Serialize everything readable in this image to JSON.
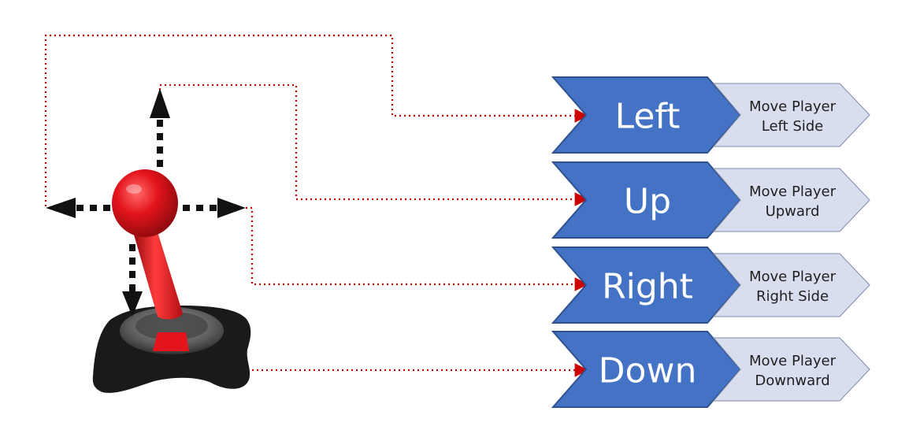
{
  "colors": {
    "chevron_fill": "#4472c4",
    "chevron_edge": "#2f528f",
    "description_fill": "#d9deef",
    "description_edge": "#7f8aa8",
    "connector_line": "#cc0000",
    "joystick_knob": "#e3141b",
    "joystick_base": "#1a1a1a",
    "arrow": "#111111"
  },
  "joystick": {
    "icon": "joystick-icon",
    "directions": [
      "up",
      "left",
      "right",
      "down"
    ]
  },
  "controls": [
    {
      "key": "Left",
      "description": [
        "Move Player",
        "Left Side"
      ],
      "joystick_direction": "left"
    },
    {
      "key": "Up",
      "description": [
        "Move Player",
        "Upward"
      ],
      "joystick_direction": "up"
    },
    {
      "key": "Right",
      "description": [
        "Move Player",
        "Right Side"
      ],
      "joystick_direction": "right"
    },
    {
      "key": "Down",
      "description": [
        "Move Player",
        "Downward"
      ],
      "joystick_direction": "down"
    }
  ]
}
